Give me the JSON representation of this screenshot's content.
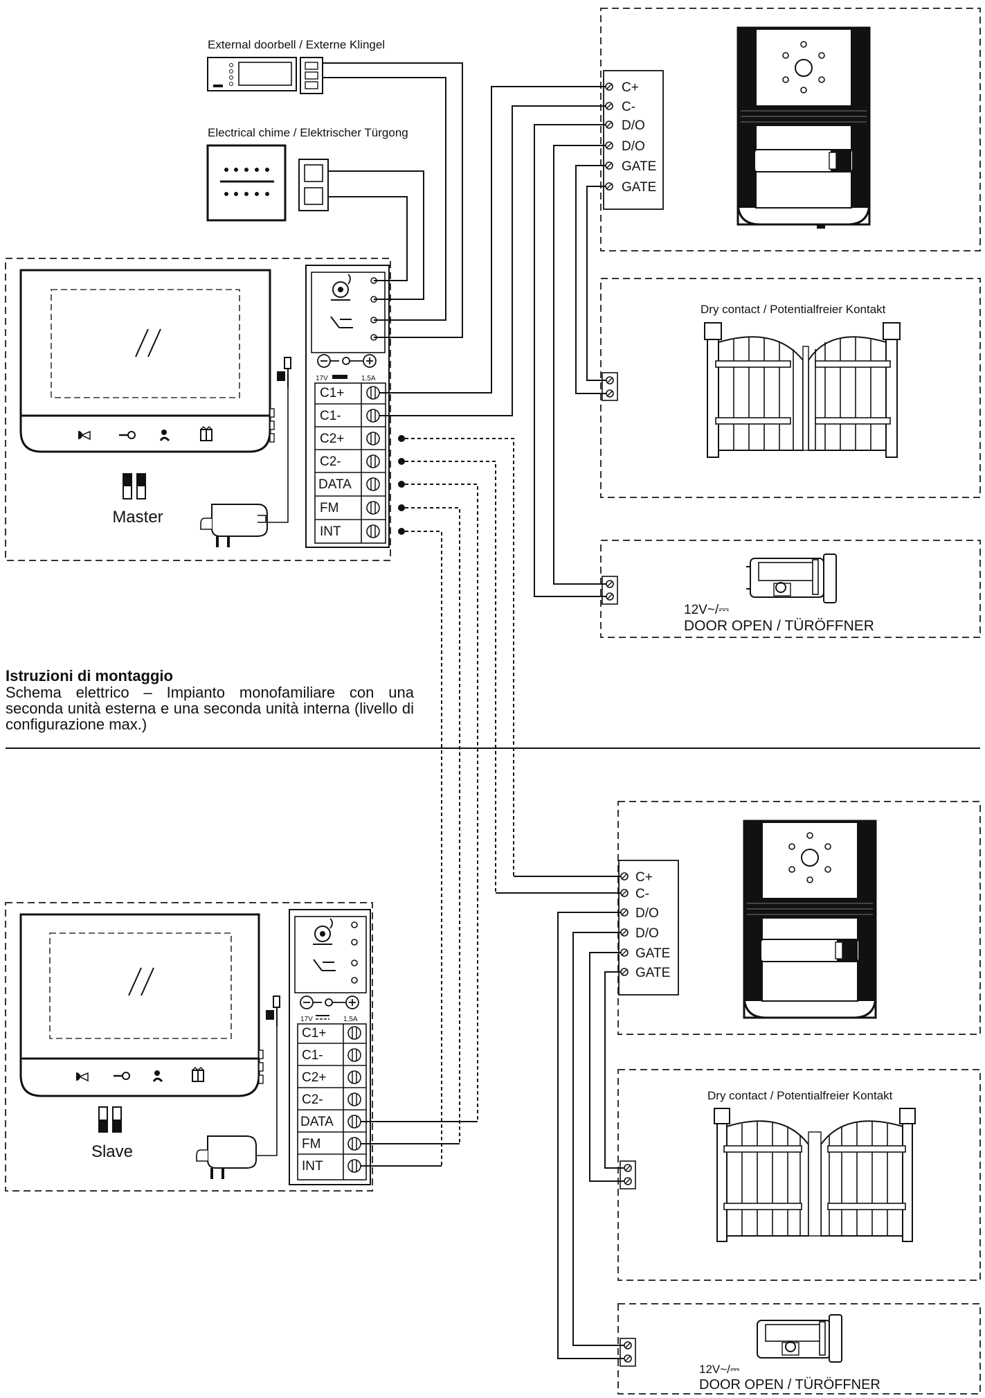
{
  "external_doorbell": {
    "label": "External doorbell / Externe Klingel"
  },
  "chime": {
    "label": "Electrical chime / Elektrischer Türgong"
  },
  "outdoor_terminals": [
    "C+",
    "C-",
    "D/O",
    "D/O",
    "GATE",
    "GATE"
  ],
  "dry_contact": {
    "label": "Dry contact / Potentialfreier Kontakt"
  },
  "door_opener": {
    "voltage": "12V~/⎓",
    "label": "DOOR OPEN / TÜRÖFFNER"
  },
  "master": {
    "label": "Master",
    "power_spec": {
      "v": "17V",
      "a": "1,5A"
    },
    "terminals": [
      "C1+",
      "C1-",
      "C2+",
      "C2-",
      "DATA",
      "FM",
      "INT"
    ]
  },
  "slave": {
    "label": "Slave",
    "power_spec": {
      "v": "17V",
      "a": "1,5A"
    },
    "terminals": [
      "C1+",
      "C1-",
      "C2+",
      "C2-",
      "DATA",
      "FM",
      "INT"
    ]
  },
  "instructions": {
    "title": "Istruzioni di montaggio",
    "description": "Schema elettrico – Impianto monofamiliare con una seconda unità esterna e una seconda unità interna (livello di configurazione max.)"
  }
}
